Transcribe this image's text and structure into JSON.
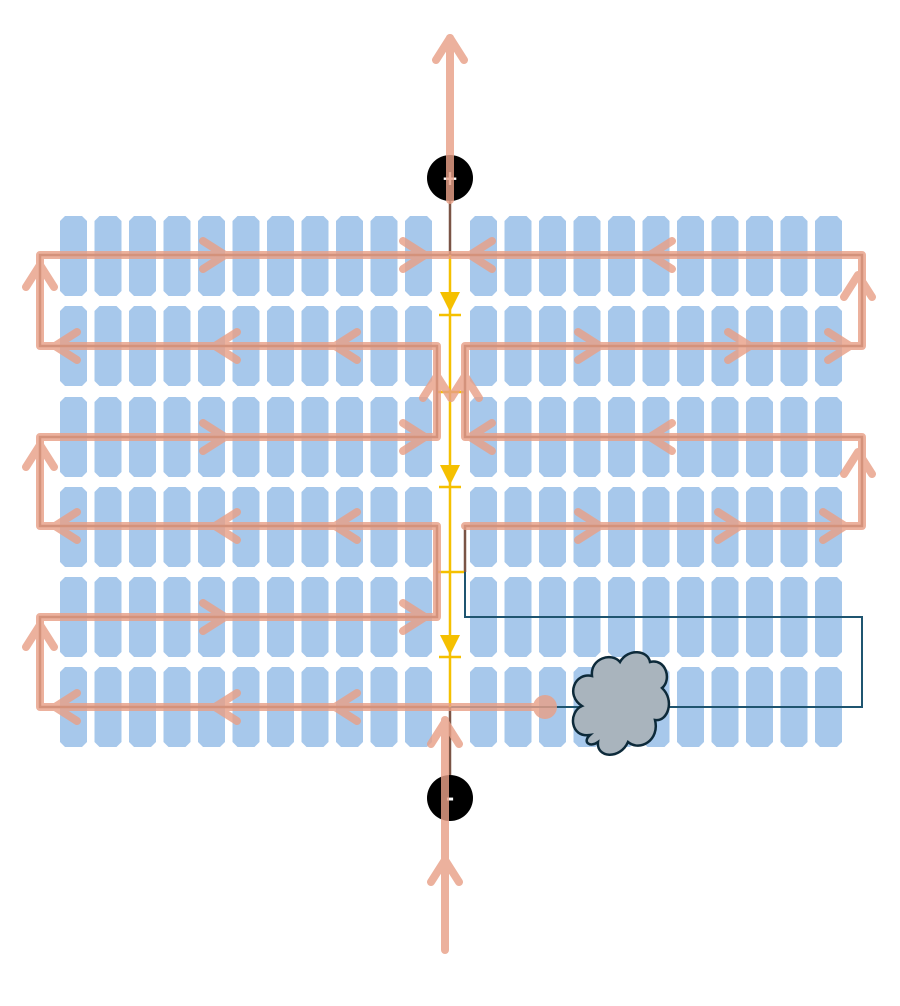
{
  "terminals": {
    "positive": "+",
    "negative": "-"
  },
  "colors": {
    "cell": "#a7c8eb",
    "wire": "#7a5445",
    "wire_unshaded": "#1f5570",
    "current": "#e8a088",
    "diode": "#f5c000",
    "cloud_fill": "#a9b4bd",
    "cloud_stroke": "#0d2a3a"
  },
  "layout_meta": {
    "cells_per_row_per_side": 11,
    "cell_rows": 6,
    "bypass_diodes": 3,
    "shaded_substring": "bottom"
  }
}
